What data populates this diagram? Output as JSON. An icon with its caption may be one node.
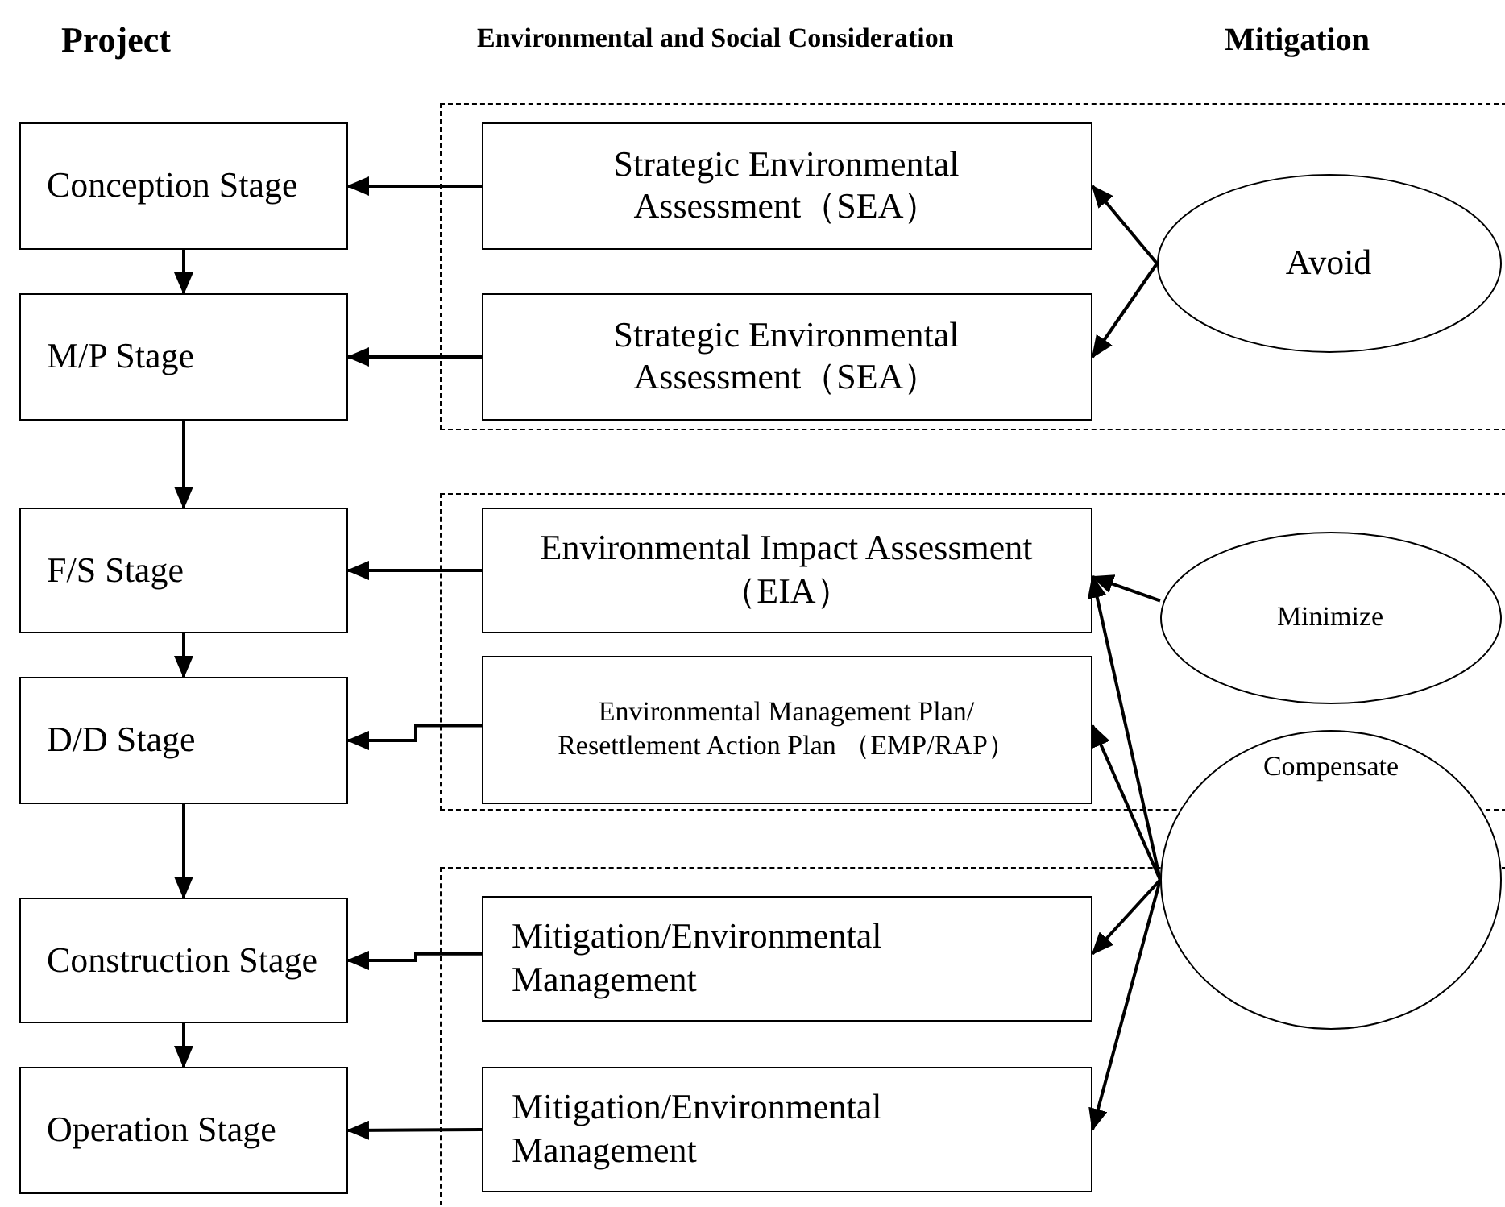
{
  "diagram": {
    "nodes": [
      {
        "text": [
          "Conception Stage"
        ]
      },
      {
        "text": [
          "M/P Stage"
        ]
      },
      {
        "text": [
          "F/S Stage"
        ]
      },
      {
        "text": [
          "D/D Stage"
        ]
      },
      {
        "text": [
          "Construction Stage"
        ]
      },
      {
        "text": [
          "Operation Stage"
        ]
      },
      {
        "text": [],
        "shape": "box"
      },
      {
        "text": [
          "Strategic Environmental Assessment（SEA）"
        ],
        "in": 6
      },
      {
        "text": [
          "Strategic Environmental Assessment（SEA）"
        ],
        "in": 6
      },
      {
        "text": [],
        "shape": "box"
      },
      {
        "text": [
          "Environmental Impact Assessment　（EIA）"
        ],
        "in": 9
      },
      {
        "text": [
          "Environmental Management Plan/ Resettlement Action Plan （EMP/RAP）"
        ],
        "in": 9
      },
      {
        "text": [],
        "shape": "box"
      },
      {
        "text": [
          "Mitigation/Environmental Management"
        ],
        "in": 12
      },
      {
        "text": [
          "Mitigation/Environmental Management"
        ],
        "in": 12
      },
      {
        "text": [
          "Avoid"
        ],
        "in": 6
      },
      {
        "text": [
          "Minimize"
        ],
        "in": 9
      },
      {
        "text": [
          "Compensate"
        ]
      }
    ],
    "edges": [
      {
        "from": 0,
        "to": 1,
        "arrow": "to"
      },
      {
        "from": 1,
        "to": 2,
        "arrow": "to"
      },
      {
        "from": 2,
        "to": 3,
        "arrow": "to"
      },
      {
        "from": 3,
        "to": 4,
        "arrow": "to"
      },
      {
        "from": 4,
        "to": 5,
        "arrow": "to"
      },
      {
        "from": 7,
        "to": 0,
        "arrow": "to"
      },
      {
        "from": 8,
        "to": 1,
        "arrow": "to"
      },
      {
        "from": 10,
        "to": 2,
        "arrow": "to"
      },
      {
        "from": 11,
        "to": 3,
        "arrow": "to"
      },
      {
        "from": 13,
        "to": 4,
        "arrow": "to"
      },
      {
        "from": 14,
        "to": 5,
        "arrow": "to"
      },
      {
        "from": 15,
        "to": 7,
        "arrow": "to"
      },
      {
        "from": 15,
        "to": 8,
        "arrow": "to"
      },
      {
        "from": 16,
        "to": 10,
        "arrow": "to"
      },
      {
        "from": 17,
        "to": 10,
        "arrow": "to"
      },
      {
        "from": 17,
        "to": 11,
        "arrow": "to"
      },
      {
        "from": 17,
        "to": 13,
        "arrow": "to"
      },
      {
        "from": 17,
        "to": 14,
        "arrow": "to"
      }
    ],
    "labels": [
      "Project",
      "Environmental and Social Consideration",
      "Mitigation"
    ]
  }
}
